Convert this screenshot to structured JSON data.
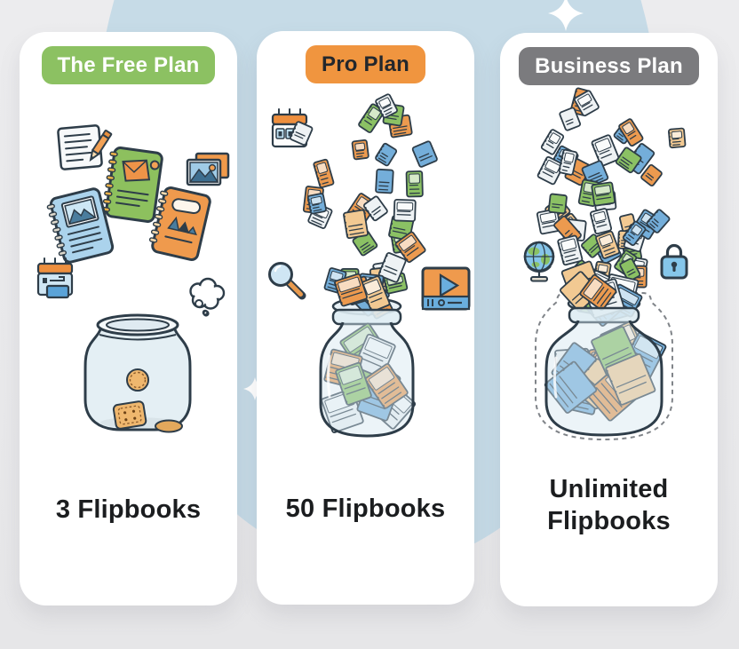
{
  "canvas": {
    "background": "#e9e9eb",
    "blob_color": "#c6dbe7",
    "sparkle_color": "#ffffff"
  },
  "cards": [
    {
      "id": "free",
      "badge": {
        "label": "The Free Plan",
        "bg": "#8cc162",
        "fg": "#ffffff"
      },
      "count_label": "3 Flipbooks",
      "icons": [
        "document-pencil-icon",
        "green-notebook-icon",
        "photos-icon",
        "blue-notebook-icon",
        "orange-notebook-icon",
        "calendar-icon",
        "thought-bubble-icon",
        "cookie-jar-icon"
      ]
    },
    {
      "id": "pro",
      "badge": {
        "label": "Pro Plan",
        "bg": "#f0953f",
        "fg": "#23272c"
      },
      "count_label": "50 Flipbooks",
      "icons": [
        "calendar-icon",
        "magnifier-icon",
        "video-player-icon",
        "flipbook-jar-icon"
      ]
    },
    {
      "id": "business",
      "badge": {
        "label": "Business Plan",
        "bg": "#7b7b7e",
        "fg": "#ffffff"
      },
      "count_label": "Unlimited Flipbooks",
      "icons": [
        "globe-icon",
        "padlock-icon",
        "overflowing-jar-icon"
      ]
    }
  ],
  "illustration": {
    "outline": "#2e3d49",
    "book_palette": [
      "#ec9a4f",
      "#74aeda",
      "#8bc164",
      "#f2c992",
      "#eef2f4"
    ],
    "glass_fill": "rgba(213,231,240,0.45)",
    "falling_books": {
      "pro": {
        "count": 28,
        "seed": 7
      },
      "business": {
        "count": 44,
        "seed": 11
      }
    },
    "heap_books": {
      "pro": {
        "count": 6,
        "seed": 9
      },
      "business": {
        "count": 12,
        "seed": 13
      }
    },
    "jar_books": {
      "pro": {
        "count": 9,
        "seed": 3
      },
      "business": {
        "count": 13,
        "seed": 5
      }
    }
  }
}
